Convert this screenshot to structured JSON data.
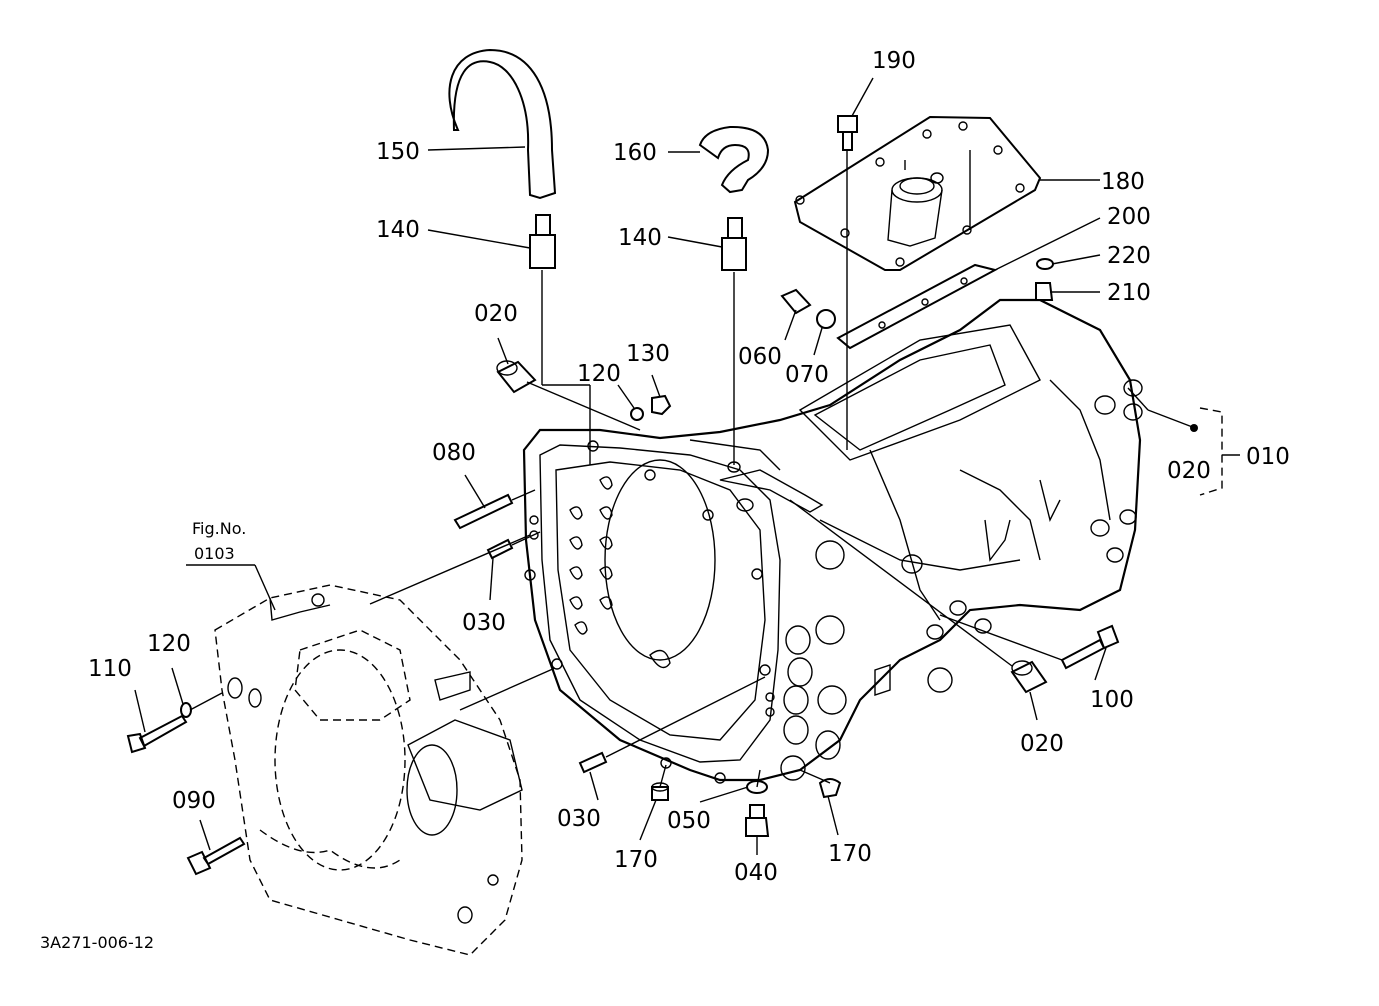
{
  "drawing_id": "3A271-006-12",
  "figure_ref": {
    "label": "Fig.No.",
    "number": "0103"
  },
  "callouts": {
    "p010": "010",
    "p020_top": "020",
    "p020_right": "020",
    "p020_bottom": "020",
    "p030_upper": "030",
    "p030_lower": "030",
    "p040": "040",
    "p050": "050",
    "p060": "060",
    "p070": "070",
    "p080": "080",
    "p090": "090",
    "p100": "100",
    "p110": "110",
    "p120_left": "120",
    "p120_center": "120",
    "p130": "130",
    "p140_left": "140",
    "p140_right": "140",
    "p150": "150",
    "p160": "160",
    "p170_left": "170",
    "p170_right": "170",
    "p180": "180",
    "p190": "190",
    "p200": "200",
    "p210": "210",
    "p220": "220"
  }
}
